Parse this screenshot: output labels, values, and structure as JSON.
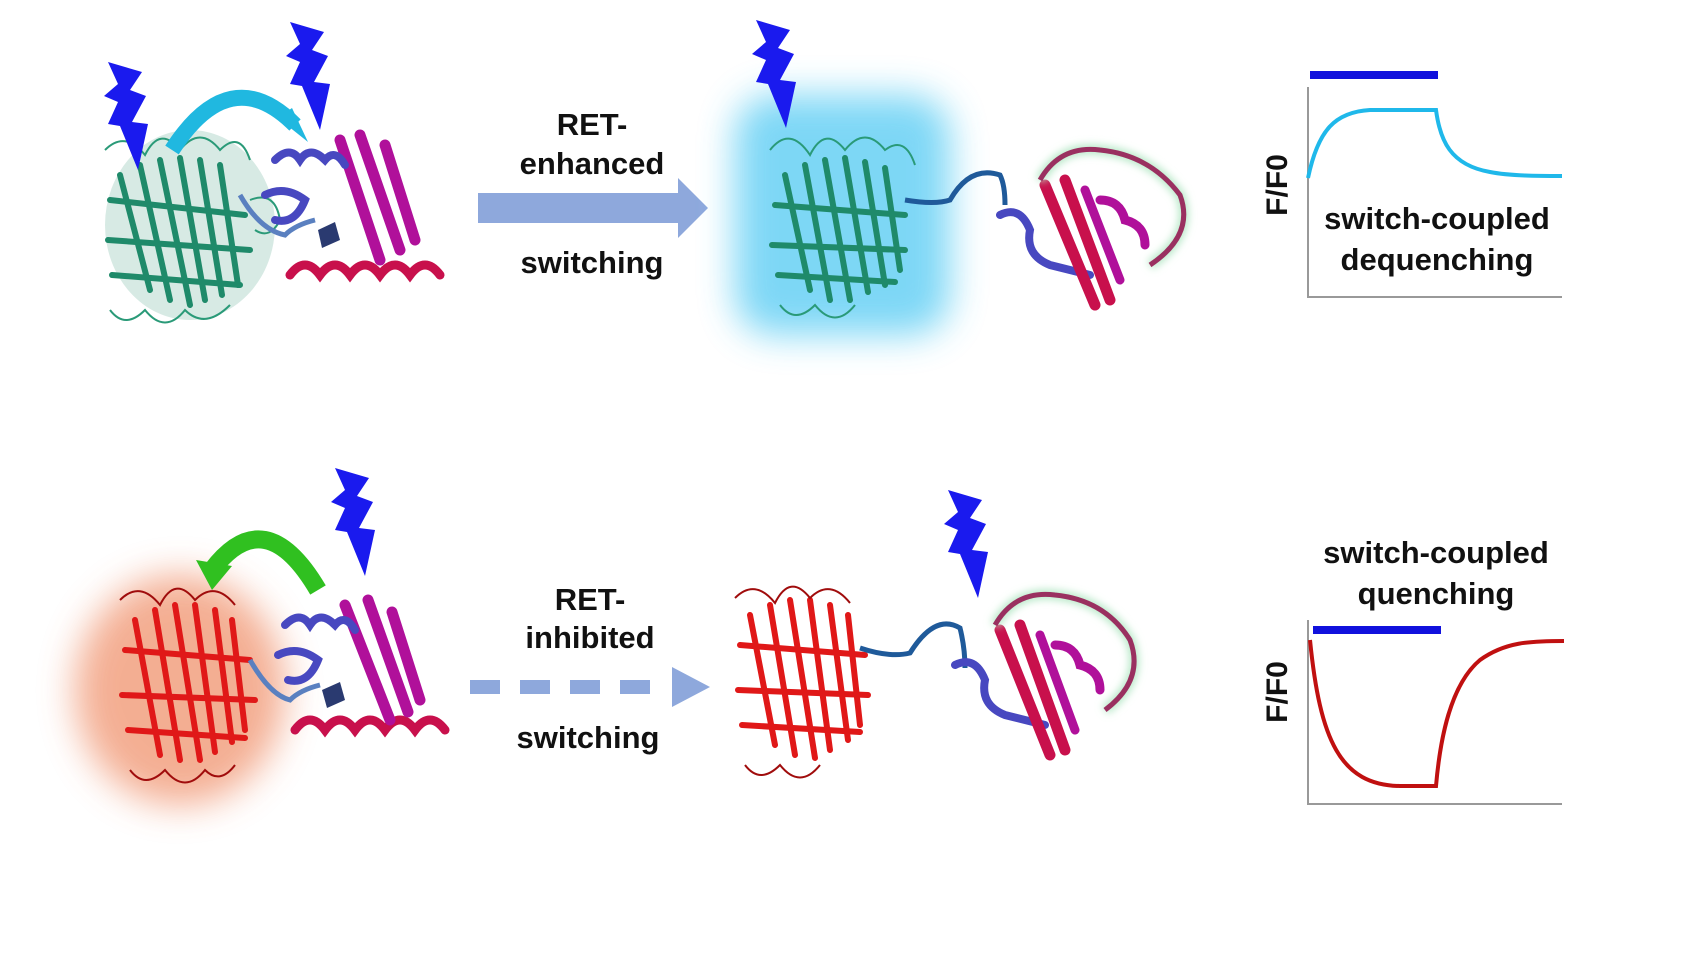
{
  "top_row": {
    "arrow_label_line1": "RET-",
    "arrow_label_line2": "enhanced",
    "arrow_label_line3": "switching",
    "graph": {
      "title_line1": "switch-coupled",
      "title_line2": "dequenching",
      "ylabel": "F/F0",
      "curve_color": "#1fb8ea"
    }
  },
  "bottom_row": {
    "arrow_label_line1": "RET-",
    "arrow_label_line2": "inhibited",
    "arrow_label_line3": "switching",
    "graph": {
      "title_line1": "switch-coupled",
      "title_line2": "quenching",
      "ylabel": "F/F0",
      "curve_color": "#c01010"
    }
  },
  "colors": {
    "lightning": "#1a1aee",
    "illumination_bar": "#1111dd",
    "process_arrow": "#8ea8dc",
    "green_protein": "#1f8a6a",
    "red_protein": "#e01818",
    "switch_domain_magenta": "#b0109a",
    "switch_domain_blue": "#4848c0",
    "switch_domain_crimson": "#c8104c",
    "cyan_glow": "#6fd3f5",
    "red_glow": "#f2a080",
    "energy_transfer_cyan": "#20b8e0",
    "energy_transfer_green": "#30c020"
  }
}
